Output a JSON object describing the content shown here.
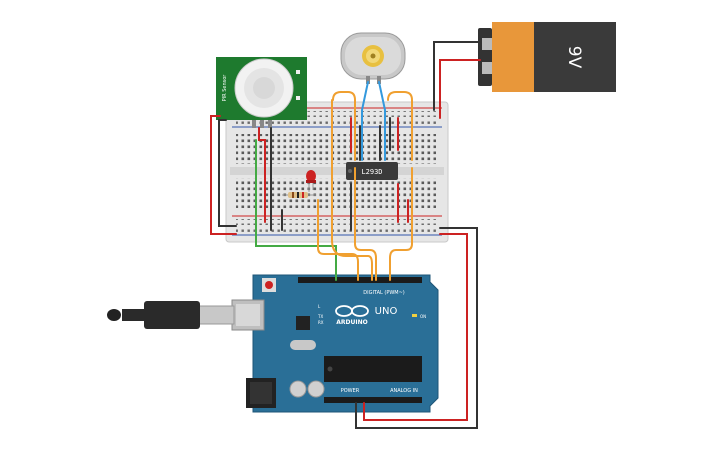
{
  "battery": {
    "label": "9V"
  },
  "motor_driver": {
    "label": "L293D"
  },
  "pir_sensor": {
    "label": "PIR Sensor"
  },
  "arduino": {
    "brand": "ARDUINO",
    "model": "UNO",
    "digital_label": "DIGITAL (PWM~)",
    "power_label": "POWER",
    "analog_label": "ANALOG IN",
    "led_on": "ON",
    "led_tx": "TX",
    "led_rx": "RX",
    "led_l": "L"
  },
  "colors": {
    "wire_red": "#cc2222",
    "wire_black": "#333333",
    "wire_orange": "#f0a030",
    "wire_blue": "#3399dd",
    "wire_green": "#44aa44",
    "arduino_blue": "#2a6f97",
    "pir_green": "#1e7a2e",
    "battery_orange": "#e8973a"
  }
}
